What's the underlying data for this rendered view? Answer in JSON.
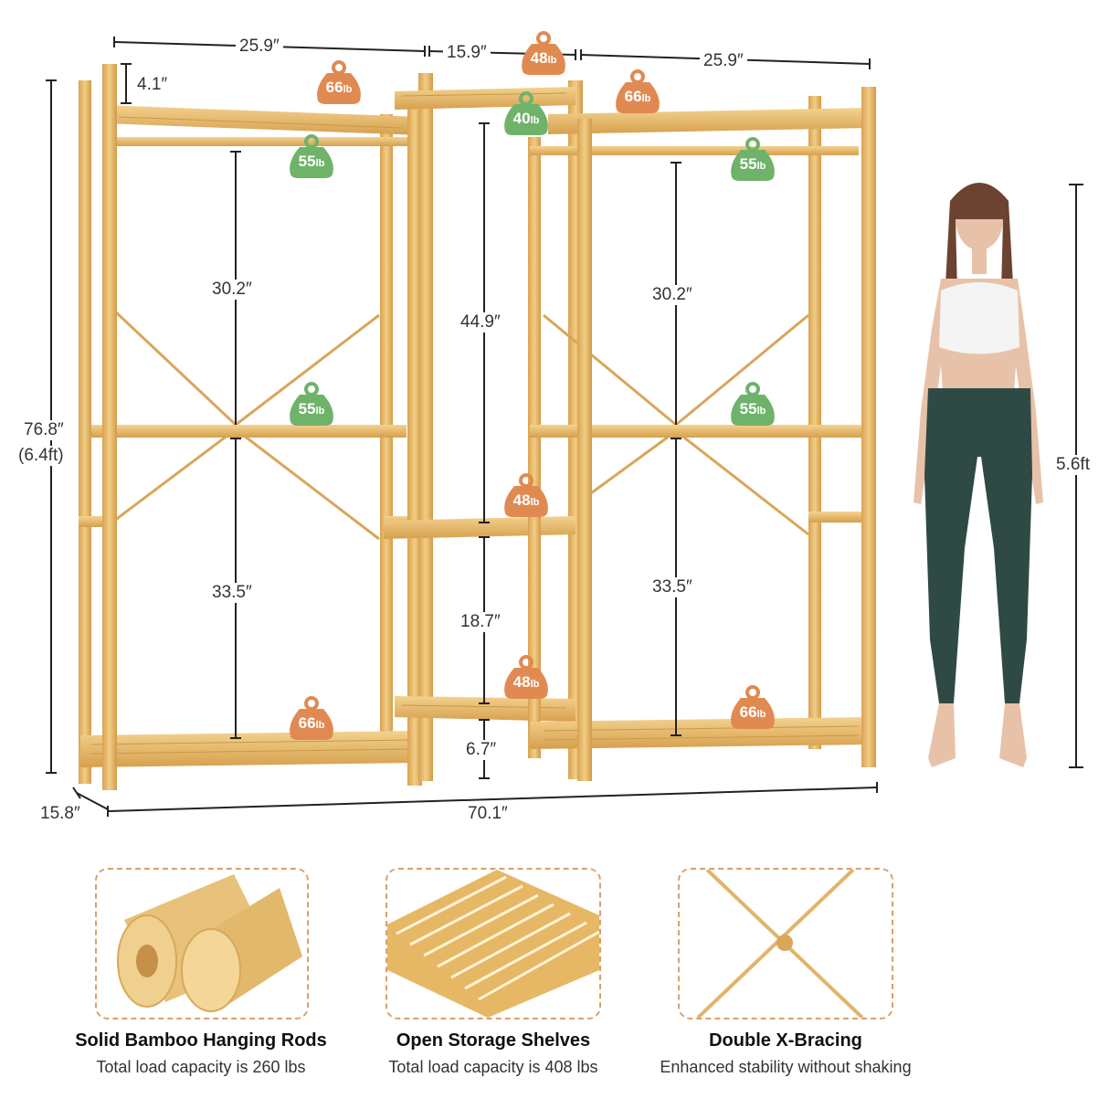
{
  "dimensions": {
    "left_width": "25.9″",
    "middle_width": "15.9″",
    "right_width": "25.9″",
    "top_gap": "4.1″",
    "left_upper_height": "30.2″",
    "left_lower_height": "33.5″",
    "middle_upper_height": "44.9″",
    "middle_mid_height": "18.7″",
    "middle_low_height": "6.7″",
    "right_upper_height": "30.2″",
    "right_lower_height": "33.5″",
    "total_height": "76.8″",
    "total_height_ft": "(6.4ft)",
    "depth": "15.8″",
    "total_width": "70.1″",
    "person_height": "5.6ft"
  },
  "load_badges": [
    {
      "value": "66",
      "unit": "lb",
      "color": "orange"
    },
    {
      "value": "48",
      "unit": "lb",
      "color": "orange"
    },
    {
      "value": "66",
      "unit": "lb",
      "color": "orange"
    },
    {
      "value": "40",
      "unit": "lb",
      "color": "green"
    },
    {
      "value": "55",
      "unit": "lb",
      "color": "green"
    },
    {
      "value": "55",
      "unit": "lb",
      "color": "green"
    },
    {
      "value": "55",
      "unit": "lb",
      "color": "green"
    },
    {
      "value": "55",
      "unit": "lb",
      "color": "green"
    },
    {
      "value": "48",
      "unit": "lb",
      "color": "orange"
    },
    {
      "value": "48",
      "unit": "lb",
      "color": "orange"
    },
    {
      "value": "66",
      "unit": "lb",
      "color": "orange"
    },
    {
      "value": "66",
      "unit": "lb",
      "color": "orange"
    }
  ],
  "colors": {
    "orange": "#e08a52",
    "green": "#6fb36b",
    "bamboo": "#e6b866",
    "bamboo_dark": "#c99a45",
    "frame_border": "#d9a06b"
  },
  "features": [
    {
      "title": "Solid Bamboo Hanging Rods",
      "subtitle": "Total load capacity is 260 lbs"
    },
    {
      "title": "Open Storage Shelves",
      "subtitle": "Total load capacity is 408 lbs"
    },
    {
      "title": "Double X-Bracing",
      "subtitle": "Enhanced stability without shaking"
    }
  ]
}
